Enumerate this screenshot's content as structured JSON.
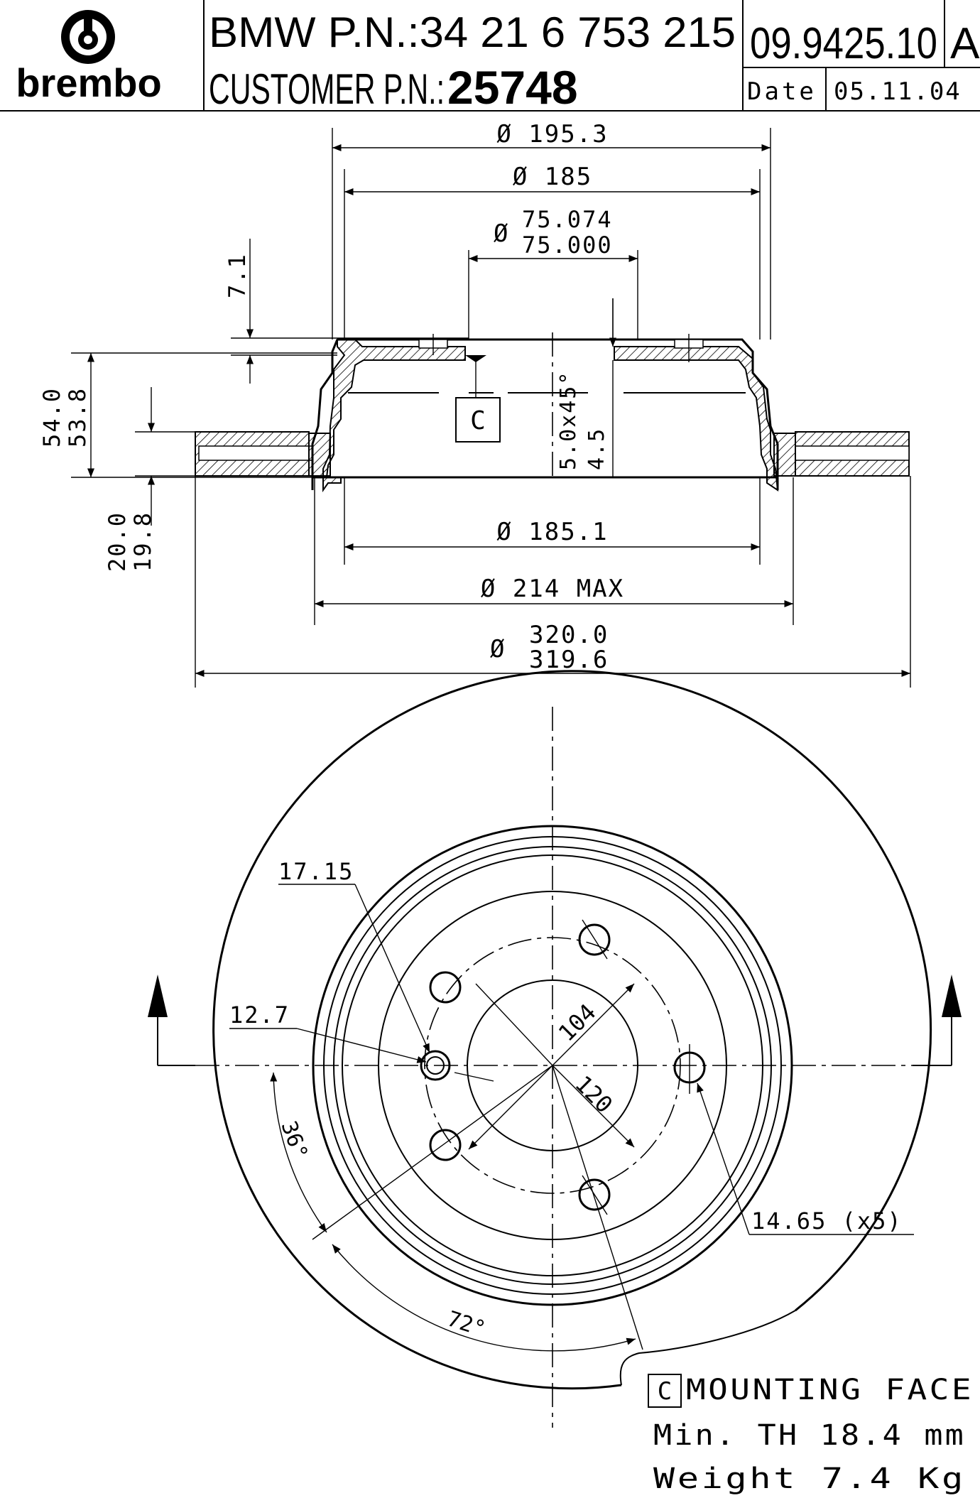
{
  "title_block": {
    "brand": "brembo",
    "bmw_pn": "BMW P.N.:34 21 6 753 215",
    "customer_pn_label": "CUSTOMER P.N.:",
    "customer_pn": "25748",
    "drawing_no": "09.9425.10",
    "revision": "A",
    "date_label": "Date",
    "date": "05.11.04"
  },
  "section_view": {
    "dim_195_3": "Ø 195.3",
    "dim_185": "Ø 185",
    "dim_75_074": "75.074",
    "dim_75_000": "75.000",
    "dim_75_symbol": "Ø",
    "dim_7_1": "7.1",
    "dim_54_0": "54.0",
    "dim_53_8": "53.8",
    "dim_20_0": "20.0",
    "dim_19_8": "19.8",
    "chamfer_a": "5.0x45°",
    "chamfer_b": "4.5",
    "datum": "C",
    "dim_185_1": "Ø 185.1",
    "dim_214": "Ø 214 MAX",
    "dim_320_symbol": "Ø",
    "dim_320_0": "320.0",
    "dim_319_6": "319.6"
  },
  "front_view": {
    "dim_17_15": "17.15",
    "dim_12_7": "12.7",
    "dim_104": "104",
    "dim_120": "120",
    "dim_36": "36°",
    "dim_72": "72°",
    "dim_14_65": "14.65 (x5)"
  },
  "notes": {
    "datum_box": "C",
    "mounting_face": "MOUNTING FACE",
    "min_th": "Min. TH 18.4 mm",
    "weight": "Weight 7.4 Kg"
  }
}
